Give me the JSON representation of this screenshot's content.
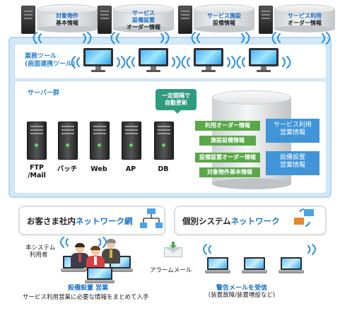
{
  "top_databases": [
    {
      "line1": "対象物件",
      "line2": "基本情報"
    },
    {
      "line1": "サービス",
      "line1b": "設備設置",
      "line2": "オーダー情報"
    },
    {
      "line1": "サービス施設",
      "line2": "設備情報"
    },
    {
      "line1": "サービス利用",
      "line2": "オーダー情報"
    }
  ],
  "tools": {
    "title_line1": "業務ツール",
    "title_line2": "(画面連携ツール)"
  },
  "servers": {
    "title": "サーバー群",
    "items": [
      {
        "label_line1": "FTP",
        "label_line2": "/Mail"
      },
      {
        "label_line1": "バッチ"
      },
      {
        "label_line1": "Web"
      },
      {
        "label_line1": "AP"
      },
      {
        "label_line1": "DB"
      }
    ]
  },
  "update_note": {
    "line1": "一定間隔で",
    "line2": "自動更新"
  },
  "green_tags": [
    "利用オーダー情報",
    "施設設備情報",
    "設備設置オーダー情報",
    "対象物件基本情報"
  ],
  "blue_tags": [
    {
      "line1": "サービス利用",
      "line2": "営業情報"
    },
    {
      "line1": "設備設置",
      "line2": "営業情報"
    }
  ],
  "network_left": {
    "a": "お客さま社内",
    "b": "ネットワーク網"
  },
  "network_right": {
    "a": "個別システム",
    "b": "ネットワーク"
  },
  "users": {
    "line1": "本システム",
    "line2": "利用者"
  },
  "sales": {
    "title": "設備設置 営業",
    "desc": "サービス利用営業に必要な情報をまとめて入手"
  },
  "alarm": {
    "label": "アラームメール"
  },
  "warning": {
    "line1": "警告メールを受信",
    "line2": "(装置故障/装置増設など)"
  },
  "colors": {
    "accent_blue": "#1a74c8",
    "panel_blue": "#d3e8f7",
    "tag_green": "#5aa84a",
    "tag_blue": "#3f95d8"
  }
}
